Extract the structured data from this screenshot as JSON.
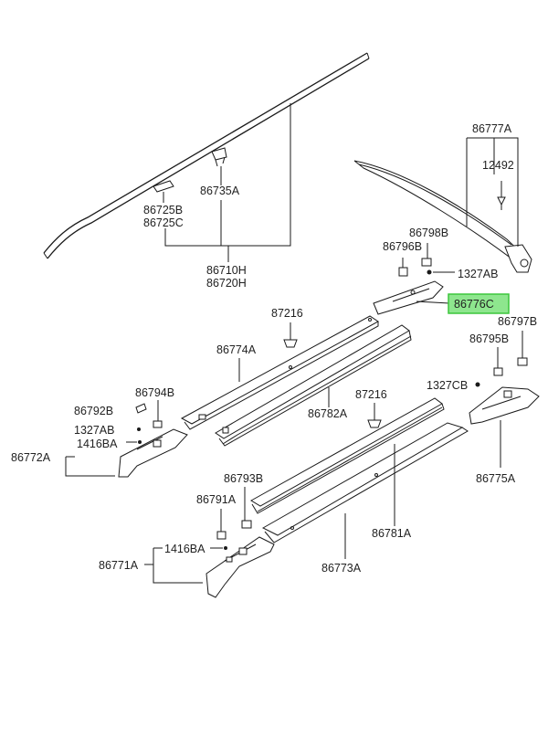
{
  "labels": {
    "p86777a": "86777A",
    "p12492": "12492",
    "p86798b": "86798B",
    "p86796b": "86796B",
    "p1327ab_top": "1327AB",
    "p86776c": "86776C",
    "p86797b": "86797B",
    "p86795b": "86795B",
    "p1327cb": "1327CB",
    "p86775a": "86775A",
    "p86735a": "86735A",
    "p86725b": "86725B",
    "p86725c": "86725C",
    "p86710h": "86710H",
    "p86720h": "86720H",
    "p87216_upper": "87216",
    "p86774a": "86774A",
    "p86794b": "86794B",
    "p86792b": "86792B",
    "p1327ab_left": "1327AB",
    "p1416ba_left": "1416BA",
    "p86772a": "86772A",
    "p87216_lower": "87216",
    "p86782a": "86782A",
    "p86793b": "86793B",
    "p86791a": "86791A",
    "p86781a": "86781A",
    "p1416ba_lower": "1416BA",
    "p86771a": "86771A",
    "p86773a": "86773A"
  },
  "highlight": {
    "part": "86776C",
    "color": "#8ee68e",
    "border_color": "#3cc63c"
  },
  "colors": {
    "line": "#1a1a1a",
    "text": "#222222",
    "background": "#ffffff"
  }
}
